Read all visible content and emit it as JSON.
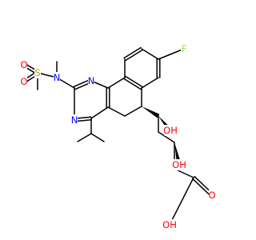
{
  "molecule": {
    "atom_colors": {
      "N": "#0000ff",
      "O": "#ff0000",
      "S": "#b8a000",
      "F": "#90e050"
    },
    "labels": {
      "s1": "S",
      "o_s_upper": "O",
      "o_s_lower": "O",
      "n_sulfonamide": "N",
      "n_ring_upper": "N",
      "n_ring_lower": "N",
      "fluorine": "F",
      "oh_benzylic": "OH",
      "oh_beta": "OH",
      "o_carbonyl": "O",
      "oh_acid": "OH"
    }
  }
}
